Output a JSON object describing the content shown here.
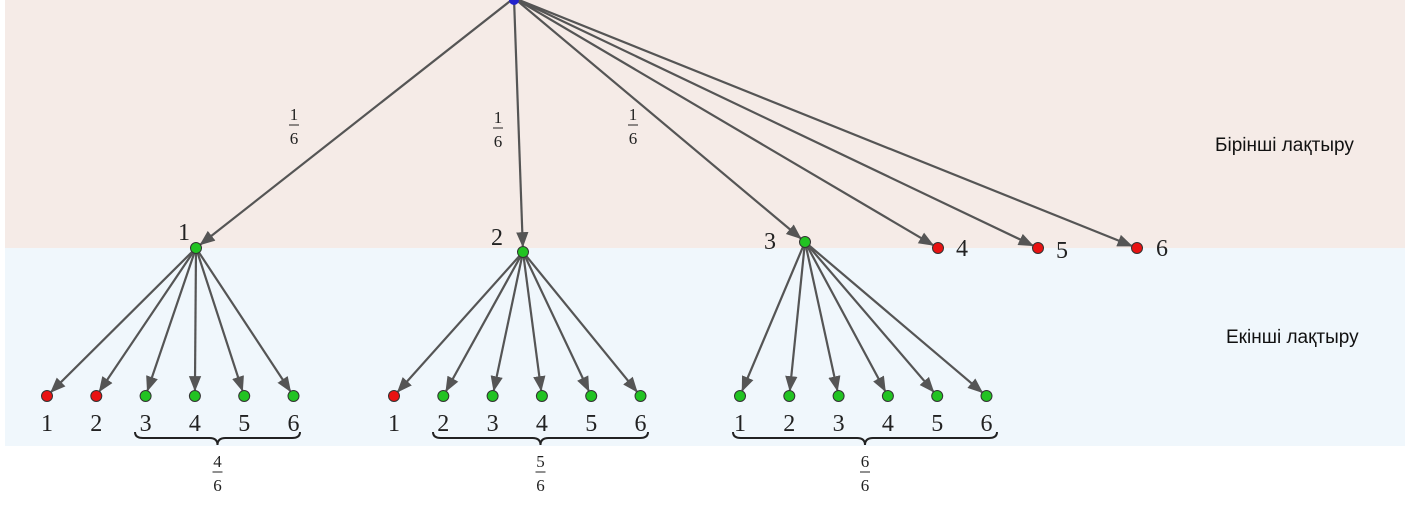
{
  "band_labels": {
    "first_roll": "Бірінші лақтыру",
    "second_roll": "Екінші лақтыру"
  },
  "colors": {
    "success": "#22c322",
    "failure": "#e81212",
    "edge": "#555555",
    "root": "#2222cc"
  },
  "edge_probability": {
    "numerator": "1",
    "denominator": "6"
  },
  "first_roll": [
    {
      "label": "1",
      "outcome": "success"
    },
    {
      "label": "2",
      "outcome": "success"
    },
    {
      "label": "3",
      "outcome": "success"
    },
    {
      "label": "4",
      "outcome": "failure"
    },
    {
      "label": "5",
      "outcome": "failure"
    },
    {
      "label": "6",
      "outcome": "failure"
    }
  ],
  "second_roll_groups": [
    {
      "parent": "1",
      "children": [
        {
          "label": "1",
          "outcome": "failure"
        },
        {
          "label": "2",
          "outcome": "failure"
        },
        {
          "label": "3",
          "outcome": "success"
        },
        {
          "label": "4",
          "outcome": "success"
        },
        {
          "label": "5",
          "outcome": "success"
        },
        {
          "label": "6",
          "outcome": "success"
        }
      ],
      "probability": {
        "numerator": "4",
        "denominator": "6"
      }
    },
    {
      "parent": "2",
      "children": [
        {
          "label": "1",
          "outcome": "failure"
        },
        {
          "label": "2",
          "outcome": "success"
        },
        {
          "label": "3",
          "outcome": "success"
        },
        {
          "label": "4",
          "outcome": "success"
        },
        {
          "label": "5",
          "outcome": "success"
        },
        {
          "label": "6",
          "outcome": "success"
        }
      ],
      "probability": {
        "numerator": "5",
        "denominator": "6"
      }
    },
    {
      "parent": "3",
      "children": [
        {
          "label": "1",
          "outcome": "success"
        },
        {
          "label": "2",
          "outcome": "success"
        },
        {
          "label": "3",
          "outcome": "success"
        },
        {
          "label": "4",
          "outcome": "success"
        },
        {
          "label": "5",
          "outcome": "success"
        },
        {
          "label": "6",
          "outcome": "success"
        }
      ],
      "probability": {
        "numerator": "6",
        "denominator": "6"
      }
    }
  ]
}
